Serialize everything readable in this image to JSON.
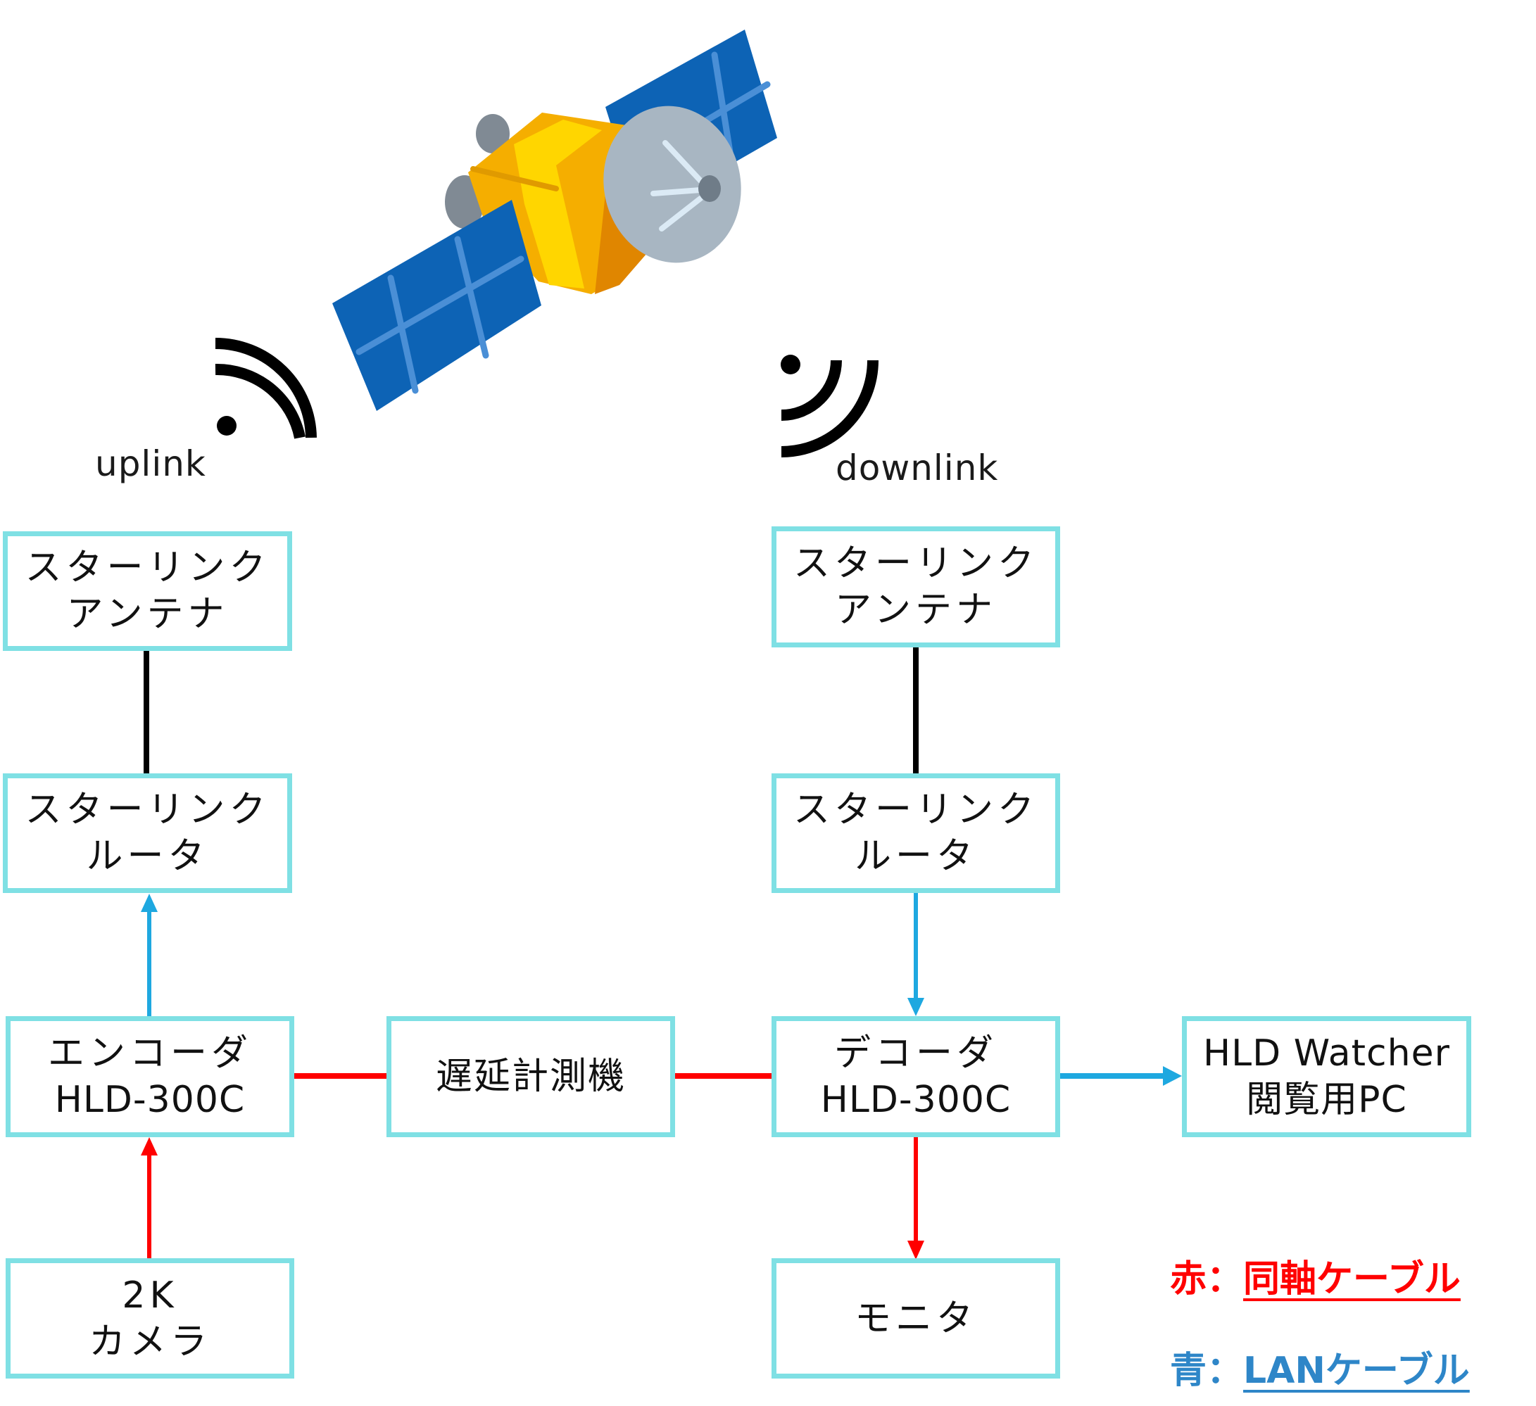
{
  "colors": {
    "box_border": "#7fe0e4",
    "coax": "#ff0000",
    "lan": "#1ea8e0",
    "plain": "#000000",
    "legend_red": "#ff0000",
    "legend_blue": "#2e86c8"
  },
  "icons": {
    "satellite": "satellite-icon",
    "uplink_signal": "signal-waves-icon",
    "downlink_signal": "signal-waves-icon"
  },
  "labels": {
    "uplink": "uplink",
    "downlink": "downlink"
  },
  "nodes": {
    "uplink_antenna": [
      "スターリンク",
      "アンテナ"
    ],
    "uplink_router": [
      "スターリンク",
      "ルータ"
    ],
    "encoder": [
      "エンコーダ",
      "HLD-300C"
    ],
    "camera": [
      "2K",
      "カメラ"
    ],
    "delay_meter": [
      "遅延計測機"
    ],
    "downlink_antenna": [
      "スターリンク",
      "アンテナ"
    ],
    "downlink_router": [
      "スターリンク",
      "ルータ"
    ],
    "decoder": [
      "デコーダ",
      "HLD-300C"
    ],
    "monitor": [
      "モニタ"
    ],
    "viewer_pc": [
      "HLD Watcher",
      "閲覧用PC"
    ]
  },
  "connections": [
    {
      "from": "uplink_antenna",
      "to": "uplink_router",
      "type": "plain"
    },
    {
      "from": "encoder",
      "to": "uplink_router",
      "type": "lan",
      "arrow": true
    },
    {
      "from": "camera",
      "to": "encoder",
      "type": "coax",
      "arrow": true
    },
    {
      "from": "encoder",
      "to": "delay_meter",
      "type": "coax",
      "arrow": false
    },
    {
      "from": "delay_meter",
      "to": "decoder",
      "type": "coax",
      "arrow": false
    },
    {
      "from": "downlink_antenna",
      "to": "downlink_router",
      "type": "plain"
    },
    {
      "from": "downlink_router",
      "to": "decoder",
      "type": "lan",
      "arrow": true
    },
    {
      "from": "decoder",
      "to": "viewer_pc",
      "type": "lan",
      "arrow": true
    },
    {
      "from": "decoder",
      "to": "monitor",
      "type": "coax",
      "arrow": true
    }
  ],
  "legend": {
    "red_key": "赤：",
    "red_value": "同軸ケーブル",
    "blue_key": "青：",
    "blue_value": "LANケーブル"
  }
}
